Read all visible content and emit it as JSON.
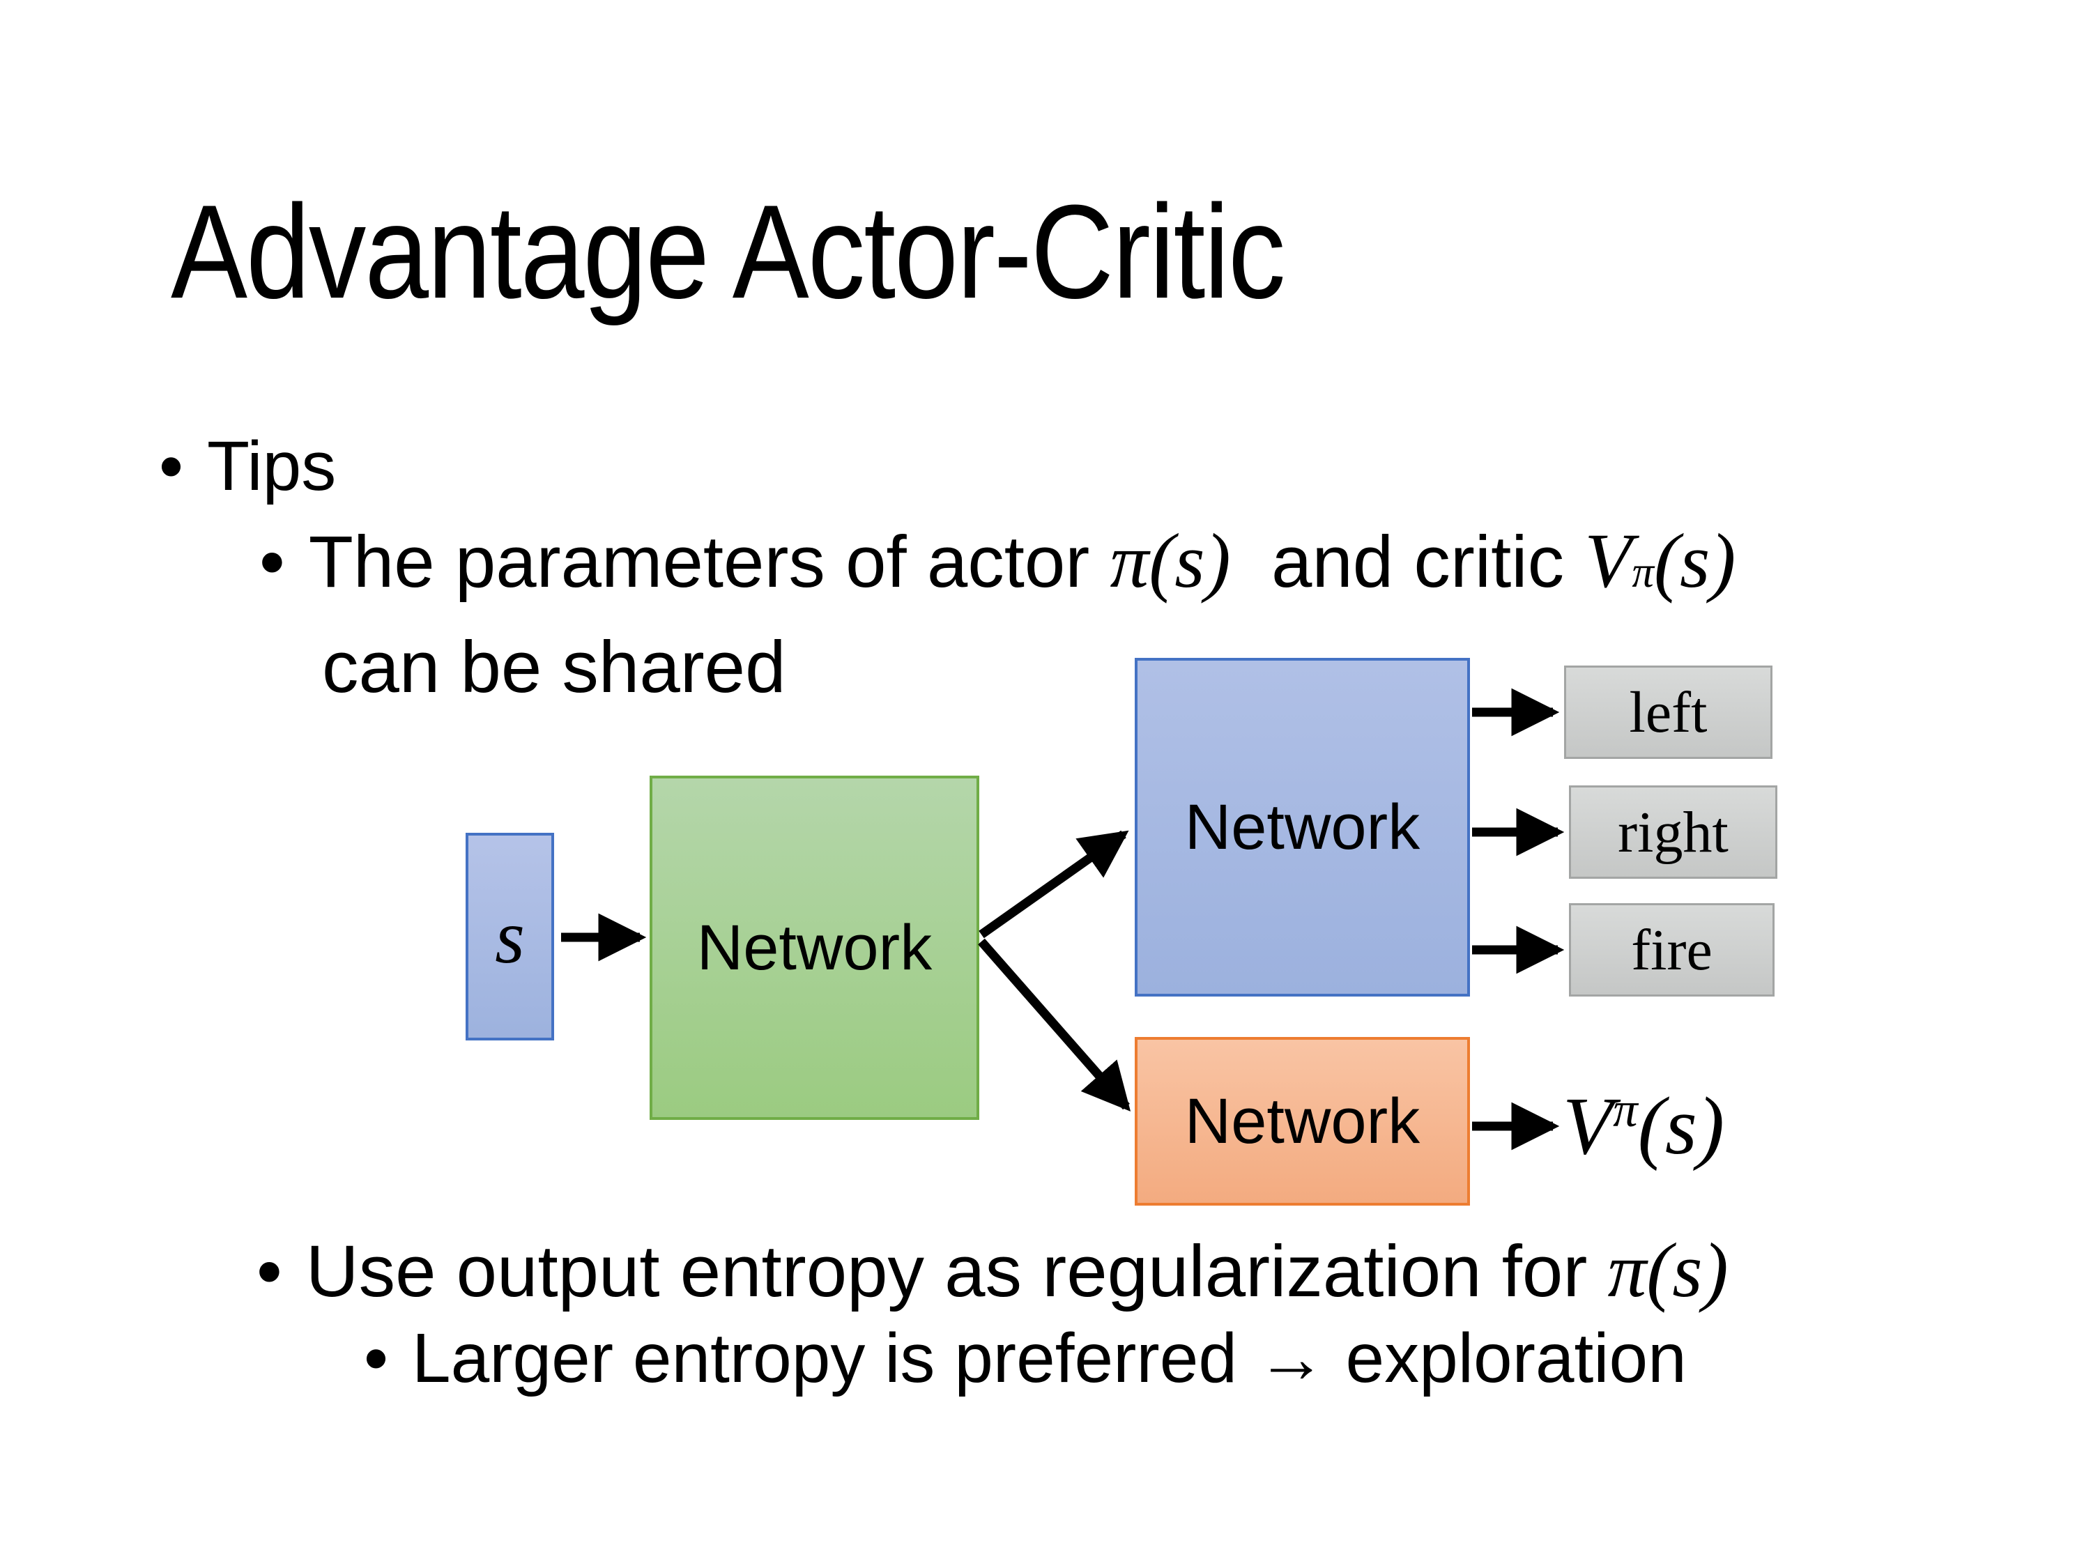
{
  "title": "Advantage Actor-Critic",
  "bullet_glyph": "•",
  "bullets": {
    "tips": "Tips",
    "params": {
      "pre": "The parameters of actor ",
      "pi_s": "π(s)",
      "mid": "  and critic ",
      "v_base": "V",
      "v_sup": "π",
      "v_args": "(s)",
      "line2": "can be shared"
    },
    "entropy": {
      "pre": "Use output entropy as regularization for ",
      "pi_s": "π(s)"
    },
    "larger": "Larger entropy is preferred → exploration"
  },
  "diagram": {
    "state_label": "s",
    "shared_network_label": "Network",
    "actor_network_label": "Network",
    "critic_network_label": "Network",
    "actions": [
      "left",
      "right",
      "fire"
    ],
    "value_output": {
      "base": "V",
      "sup": "π",
      "args": "(s)"
    },
    "colors": {
      "state_fill": "#a9b9e2",
      "state_border": "#4472c4",
      "shared_fill": "#a8d095",
      "shared_border": "#70ad47",
      "actor_fill": "#a6b8e2",
      "actor_border": "#4472c4",
      "critic_fill": "#f6b892",
      "critic_border": "#ed7d31",
      "action_fill": "#cdcfce",
      "action_border": "#a3a5a4",
      "arrow": "#000000",
      "background": "#ffffff",
      "text": "#000000"
    }
  }
}
